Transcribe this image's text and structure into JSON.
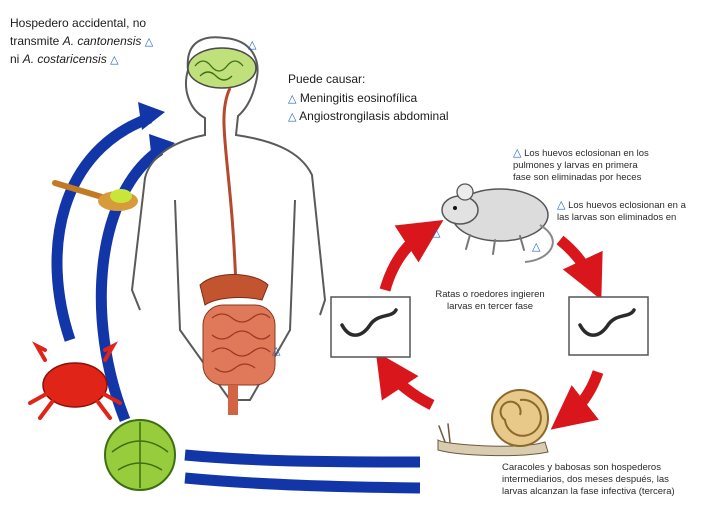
{
  "header": {
    "host_note_1": "Hospedero accidental, no",
    "host_note_2_prefix": "transmite ",
    "host_note_2_species": "A. cantonensis",
    "host_note_3_prefix": "ni ",
    "host_note_3_species": "A. costaricensis"
  },
  "symptoms": {
    "title": "Puede causar:",
    "items": [
      "Meningitis eosinofílica",
      "Angiostrongilasis abdominal"
    ]
  },
  "rat_notes": {
    "lungs_1": "Los huevos eclosionan en los",
    "lungs_2": "pulmones y larvas en primera",
    "lungs_3": "fase son eliminadas por heces",
    "right_1": "Los huevos eclosionan en a",
    "right_2": "las larvas son eliminados en"
  },
  "rodents": {
    "line1": "Ratas o roedores ingieren",
    "line2": "larvas en tercer fase"
  },
  "snail_note": {
    "line1": "Caracoles y babosas son hospederos",
    "line2": "intermediarios, dos meses después, las",
    "line3": "larvas alcanzan la fase infectiva (tercera)"
  },
  "colors": {
    "blue_arrow": "#1235a8",
    "red_arrow": "#d8161b",
    "triangle": "#1f5fbf"
  },
  "icons": [
    "brain-icon",
    "human-body-icon",
    "intestine-icon",
    "rat-icon",
    "snail-icon",
    "larva-icon",
    "crab-icon",
    "lettuce-icon",
    "spoon-icon",
    "diagnostic-triangle-icon"
  ]
}
